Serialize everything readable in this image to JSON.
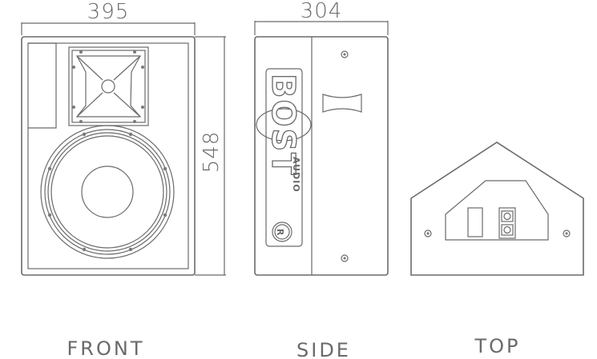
{
  "dimensions": {
    "width": "395",
    "height": "548",
    "depth": "304"
  },
  "views": {
    "front": "FRONT",
    "side": "SIDE",
    "top": "TOP"
  },
  "logo": {
    "brand": "BOST",
    "sub": "AUDIO",
    "mark": "R"
  }
}
